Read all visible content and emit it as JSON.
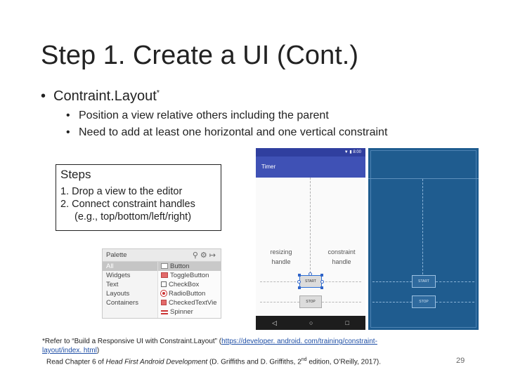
{
  "slide": {
    "title": "Step 1. Create a UI (Cont.)",
    "bullet": "Contraint.Layout",
    "bullet_sup": "*",
    "subbullets": [
      "Position a view relative others including the parent",
      "Need to add at least one horizontal and one vertical constraint"
    ],
    "page_number": "29"
  },
  "steps_box": {
    "title": "Steps",
    "items": [
      "1. Drop a view to the editor",
      "2. Connect constraint handles",
      "(e.g., top/bottom/left/right)"
    ]
  },
  "palette": {
    "title": "Palette",
    "categories": [
      "All",
      "Widgets",
      "Text",
      "Layouts",
      "Containers"
    ],
    "items": [
      {
        "label": "Button",
        "icon": "ok-button-icon"
      },
      {
        "label": "ToggleButton",
        "icon": "toggle-icon"
      },
      {
        "label": "CheckBox",
        "icon": "checkbox-icon"
      },
      {
        "label": "RadioButton",
        "icon": "radio-icon"
      },
      {
        "label": "CheckedTextVie",
        "icon": "checked-text-icon"
      },
      {
        "label": "Spinner",
        "icon": "spinner-icon"
      }
    ]
  },
  "phone": {
    "status_time": "8:00",
    "app_title": "Timer",
    "start_label": "START",
    "stop_label": "STOP",
    "annotation_resize": "resizing handle",
    "annotation_constraint": "constraint handle"
  },
  "blueprint": {
    "start_label": "START",
    "stop_label": "STOP"
  },
  "footnote": {
    "line1_pre": "*Refer to “Build a Responsive UI with Constraint.Layout” (",
    "line1_link": "https://developer. android. com/training/constraint-",
    "line2_link": "layout/index. html",
    "line2_post": ")",
    "line3_pre": "Read Chapter 6 of ",
    "line3_book": "Head First Android Development",
    "line3_mid": " (D. Griffiths and D. Griffiths, 2",
    "line3_sup": "nd",
    "line3_post": " edition, O’Reilly, 2017)."
  },
  "colors": {
    "app_bar": "#3f51b5",
    "status_bar": "#303f9f",
    "blueprint_bg": "#1f5c8f",
    "handle": "#3064c8"
  }
}
